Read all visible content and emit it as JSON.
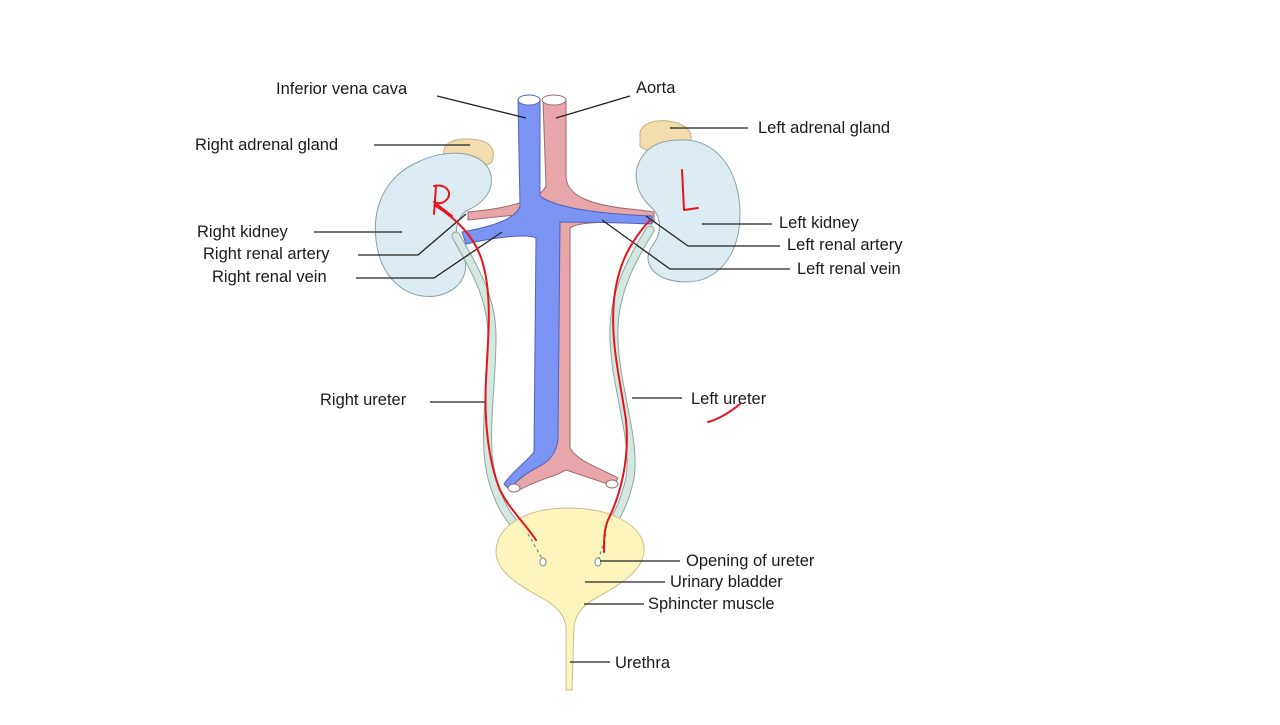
{
  "labels": {
    "inferior_vena_cava": "Inferior vena cava",
    "aorta": "Aorta",
    "right_adrenal_gland": "Right adrenal gland",
    "left_adrenal_gland": "Left adrenal gland",
    "right_kidney": "Right kidney",
    "right_renal_artery": "Right renal artery",
    "right_renal_vein": "Right renal vein",
    "left_kidney": "Left kidney",
    "left_renal_artery": "Left renal artery",
    "left_renal_vein": "Left renal vein",
    "right_ureter": "Right ureter",
    "left_ureter": "Left ureter",
    "opening_of_ureter": "Opening of ureter",
    "urinary_bladder": "Urinary bladder",
    "sphincter_muscle": "Sphincter muscle",
    "urethra": "Urethra"
  },
  "annotations": {
    "right_mark": "R",
    "left_mark": "L"
  },
  "colors": {
    "vein": "#7b93f3",
    "artery": "#e8a6aa",
    "kidney": "#dcecf2",
    "kidney_outline": "#8aa0a8",
    "adrenal": "#f3dcae",
    "ureter": "#cfe6df",
    "bladder": "#fbf4bd",
    "annotation_ink": "#e8141c"
  }
}
